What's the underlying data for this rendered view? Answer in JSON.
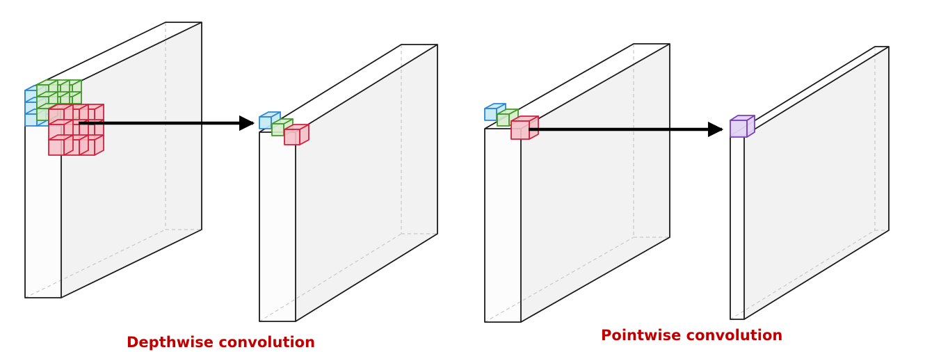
{
  "labels": {
    "depthwise": "Depthwise convolution",
    "pointwise": "Pointwise convolution"
  },
  "colors": {
    "label": "#c00000",
    "block_fill": "#f2f2f2",
    "block_edge": "#1a1a1a",
    "hidden_edge": "#c8c8c8",
    "channel_blue": "#2a86d6",
    "channel_blue_fill": "#c4e8f3",
    "channel_green": "#3f9a28",
    "channel_green_fill": "#d8eccb",
    "channel_red": "#d0203a",
    "channel_red_fill": "#f4c0c8",
    "pointwise": "#7a3fb5",
    "pointwise_fill": "#e2d4f4",
    "arrow": "#000000"
  },
  "icons": {
    "depthwise_arrow": "arrow-right",
    "pointwise_arrow": "arrow-right"
  }
}
